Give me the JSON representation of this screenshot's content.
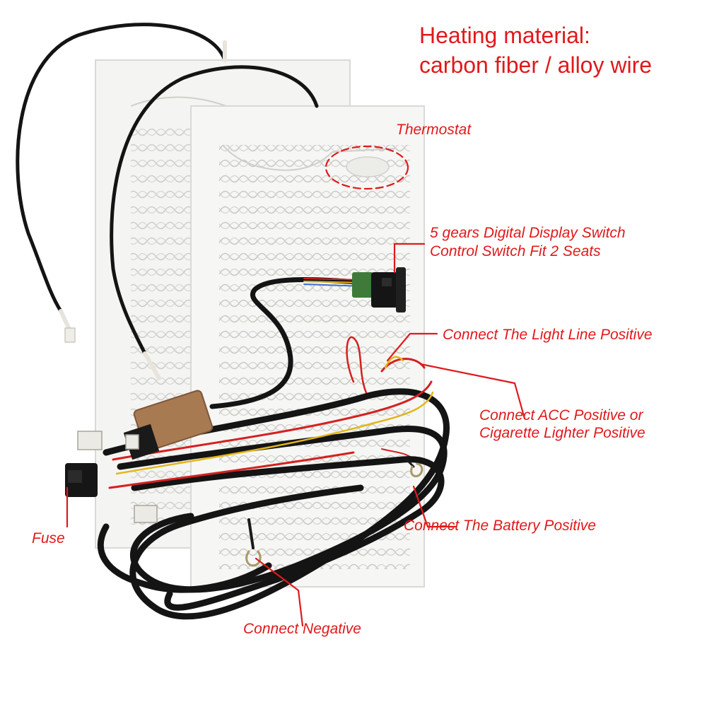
{
  "heading": {
    "line1": "Heating material:",
    "line2": "carbon fiber / alloy wire"
  },
  "labels": {
    "thermostat": "Thermostat",
    "switch_line1": "5 gears Digital Display Switch",
    "switch_line2": "Control Switch Fit 2 Seats",
    "light_line": "Connect The Light Line Positive",
    "acc_line1": "Connect ACC Positive or",
    "acc_line2": "Cigarette Lighter Positive",
    "battery": "Connect The Battery Positive",
    "fuse": "Fuse",
    "negative": "Connect Negative"
  },
  "colors": {
    "annotation": "#e0191b",
    "pad": "#f4f4f2",
    "pad_edge": "#d9d9d6",
    "wire_black": "#141414",
    "wire_red": "#d42020",
    "wire_yellow": "#e2b61a",
    "module": "#a87a52"
  }
}
